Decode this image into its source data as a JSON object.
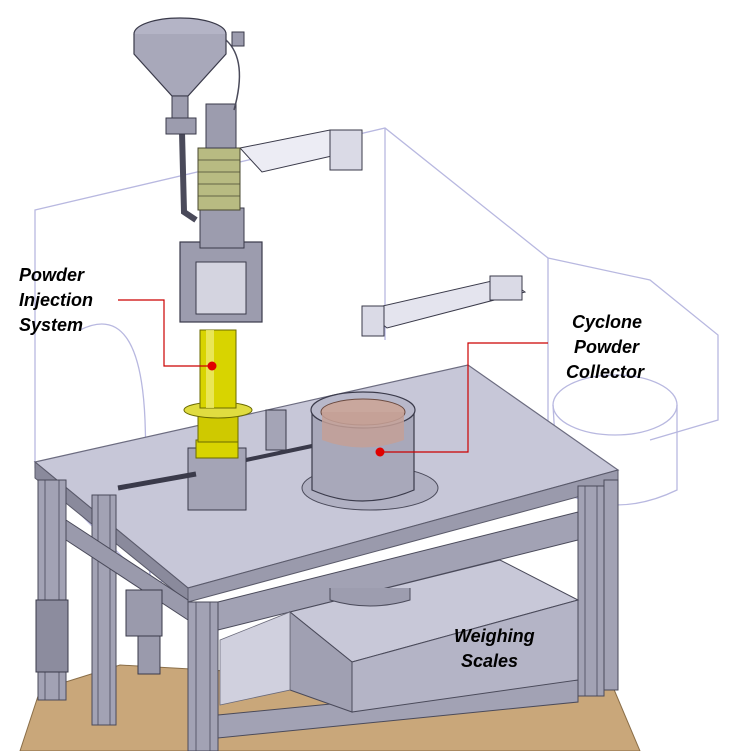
{
  "labels": {
    "powder_injection": [
      "Powder",
      "Injection",
      "System"
    ],
    "cyclone": [
      "Cyclone",
      "Powder",
      "Collector"
    ],
    "scales": [
      "Weighing",
      "Scales"
    ]
  },
  "colors": {
    "leader_line": "#cc0000",
    "marker": "#e00000",
    "frame_metal": "#9a9aac",
    "enclosure_outline": "#b8b8e0",
    "injection_tube": "#d8d400",
    "cyclone_inner": "#c9a79d",
    "wood_base": "#c9a77a",
    "motor": "#b8bb82"
  },
  "icons": [
    "marker-dot-icon"
  ]
}
